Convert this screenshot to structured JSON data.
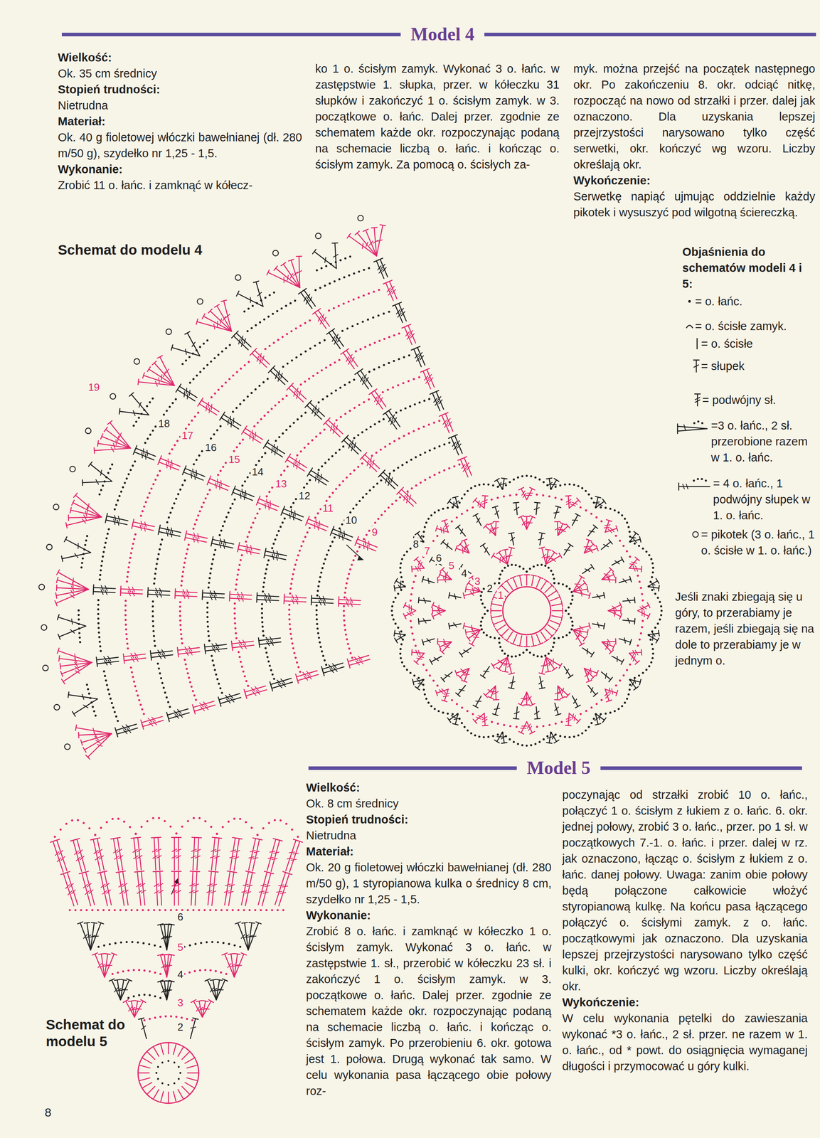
{
  "diagram": {
    "title": "Model 4",
    "labels": [
      "Wielkość:",
      "Ok. 35 cm średnicy",
      "Stopień trudności:",
      "Nietrudna",
      "Materiał:",
      "Ok. 40 g fioletowej włóczki bawełnianej (dł. 280 m/50 g), szydełko nr 1,25 - 1,5.",
      "Wykonanie:",
      "Zrobić 11 o. łańc. i zamknąć w kółecz-",
      "ko 1 o. ścisłym zamyk. Wykonać 3 o. łańc. w zastępstwie 1. słupka, przer. w kółeczku 31 słupków i zakończyć 1 o. ścisłym zamyk. w 3. początkowe o. łańc. Dalej przer. zgodnie ze schematem każde okr. rozpoczynając podaną na schemacie liczbą o. łańc. i kończąc o. ścisłym zamyk. Za pomocą o. ścisłych za-",
      "myk. można przejść na początek następnego okr. Po zakończeniu 8. okr. odciąć nitkę, rozpocząć na nowo od strzałki i przer. dalej jak oznaczono. Dla uzyskania lepszej przejrzystości narysowano tylko część serwetki, okr. kończyć wg wzoru. Liczby określają okr.",
      "Wykończenie:",
      "Serwetkę napiąć ujmując oddzielnie każdy pikotek i wysuszyć pod wilgotną ściereczką.",
      "Schemat do modelu 4",
      "Objaśnienia do schematów modeli 4 i 5:",
      "Jeśli znaki zbiegają się u góry, to przerabiamy je razem, jeśli zbiegają się na dole to przerabiamy je w jednym o.",
      "1",
      "2",
      "3",
      "4",
      "5",
      "6",
      "7",
      "8",
      "9",
      "10",
      "11",
      "12",
      "13",
      "14",
      "15",
      "16",
      "17",
      "18",
      "19",
      "Model 5",
      "Wielkość:",
      "Ok. 8 cm średnicy",
      "Stopień trudności:",
      "Nietrudna",
      "Materiał:",
      "Ok. 20 g fioletowej włóczki bawełnianej (dł. 280 m/50 g), 1 styropianowa kulka o średnicy 8 cm, szydełko nr 1,25 - 1,5.",
      "Wykonanie:",
      "Zrobić 8 o. łańc. i zamknąć w kółeczko 1 o. ścisłym zamyk. Wykonać 3 o. łańc. w zastępstwie 1. sł., przerobić w kółeczku 23 sł. i zakończyć 1 o. ścisłym zamyk. w 3. początkowe o. łańc. Dalej przer. zgodnie ze schematem każde okr. rozpoczynając podaną na schemacie liczbą o. łańc. i kończąc o. ścisłym zamyk. Po przerobieniu 6. okr. gotowa jest 1. połowa. Drugą wykonać tak samo. W celu wykonania pasa łączącego obie połowy roz-",
      "poczynając od strzałki zrobić 10 o. łańc., połączyć 1 o. ścisłym z łukiem z o. łańc. 6. okr. jednej połowy, zrobić 3 o. łańc., przer. po 1 sł. w początkowych 7.-1. o. łańc. i przer. dalej w rz. jak oznaczono, łącząc o. ścisłym z łukiem z o. łańc. danej połowy. Uwaga: zanim obie połowy będą połączone całkowicie włożyć styropianową kulkę. Na końcu pasa łączącego połączyć o. ścisłymi zamyk. z o. łańc. początkowymi jak oznaczono. Dla uzyskania lepszej przejrzystości narysowano tylko część kulki, okr. kończyć wg wzoru. Liczby określają okr.",
      "Wykończenie:",
      "W celu wykonania pętelki do zawieszania wykonać *3 o. łańc., 2 sł. przer. ne razem w 1. o. łańc., od * powt. do osiągnięcia wymaganej długości i przymocować u góry kulki.",
      "Schemat do modelu 5",
      "2",
      "3",
      "4",
      "5",
      "6",
      "8"
    ],
    "legend": [
      {
        "text": "= o. łańc."
      },
      {
        "text": "= o. ścisłe zamyk."
      },
      {
        "text": "= o. ścisłe"
      },
      {
        "text": "= słupek"
      },
      {
        "text": "= podwójny sł."
      },
      {
        "text": "=3 o. łańc., 2 sł. przerobione razem w 1. o. łańc."
      },
      {
        "text": "= 4 o. łańc., 1 podwójny słupek w 1. o. łańc."
      },
      {
        "text": "= pikotek (3 o. łańc., 1 o. ścisłe w 1. o. łańc.)"
      }
    ]
  }
}
